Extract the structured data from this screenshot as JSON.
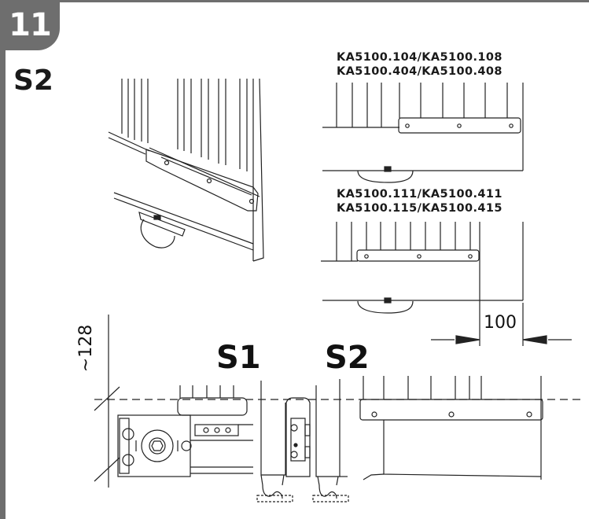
{
  "step": {
    "number": "11"
  },
  "side_label": "S2",
  "models": {
    "group_a": {
      "line1": "KA5100.104/KA5100.108",
      "line2": "KA5100.404/KA5100.408"
    },
    "group_b": {
      "line1": "KA5100.111/KA5100.411",
      "line2": "KA5100.115/KA5100.415"
    }
  },
  "dimensions": {
    "offset": "100",
    "height": "~128"
  },
  "section_labels": {
    "s1": "S1",
    "s2": "S2"
  }
}
